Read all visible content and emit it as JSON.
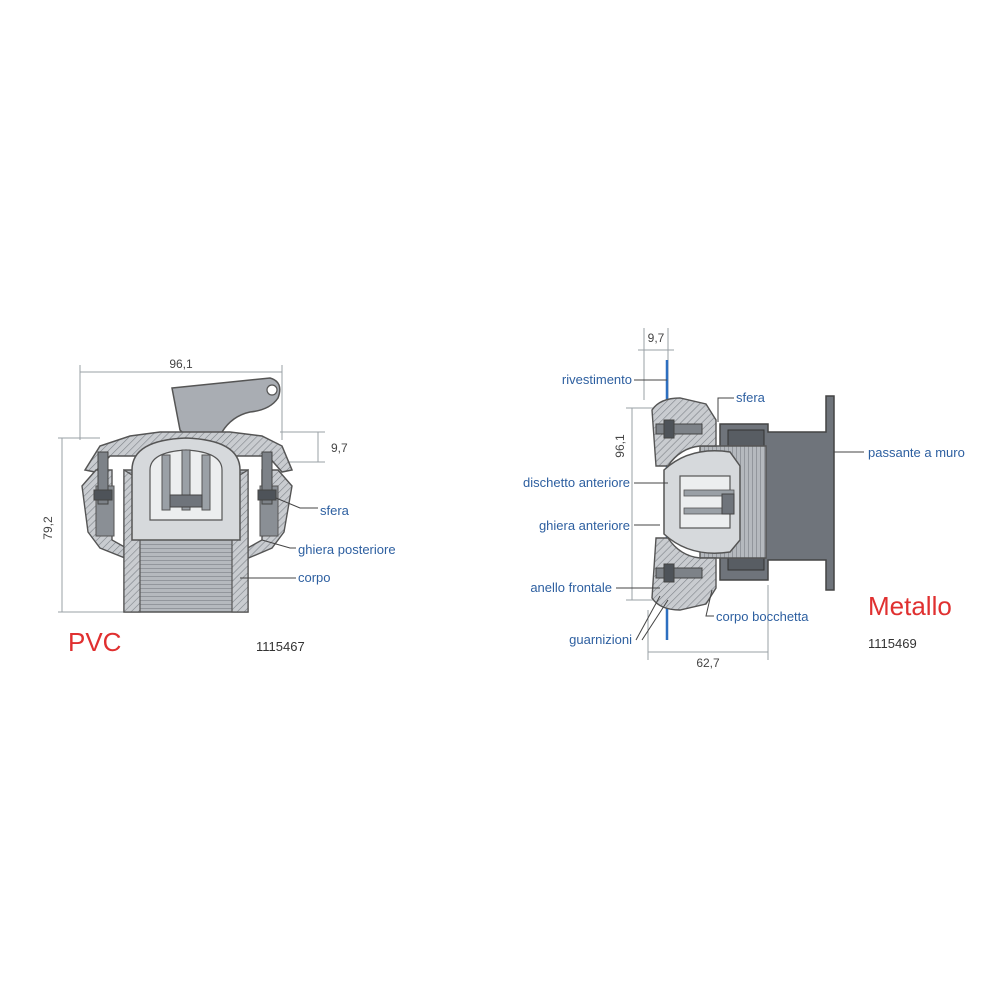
{
  "pvc": {
    "title": "PVC",
    "code": "1115467",
    "dims": {
      "width": "96,1",
      "height": "79,2",
      "top": "9,7"
    },
    "labels": {
      "sfera": "sfera",
      "ghiera_posteriore": "ghiera posteriore",
      "corpo": "corpo"
    }
  },
  "metallo": {
    "title": "Metallo",
    "code": "1115469",
    "dims": {
      "top": "9,7",
      "height": "96,1",
      "bottom": "62,7"
    },
    "labels": {
      "rivestimento": "rivestimento",
      "sfera": "sfera",
      "passante_a_muro": "passante a muro",
      "dischetto_anteriore": "dischetto anteriore",
      "ghiera_anteriore": "ghiera anteriore",
      "anello_frontale": "anello frontale",
      "corpo_bocchetta": "corpo bocchetta",
      "guarnizioni": "guarnizioni"
    }
  },
  "colors": {
    "accent_text": "#2d5fa0",
    "material_text": "#e03030",
    "metal_fill": "#a9adb3",
    "dark_fill": "#6f747b"
  }
}
